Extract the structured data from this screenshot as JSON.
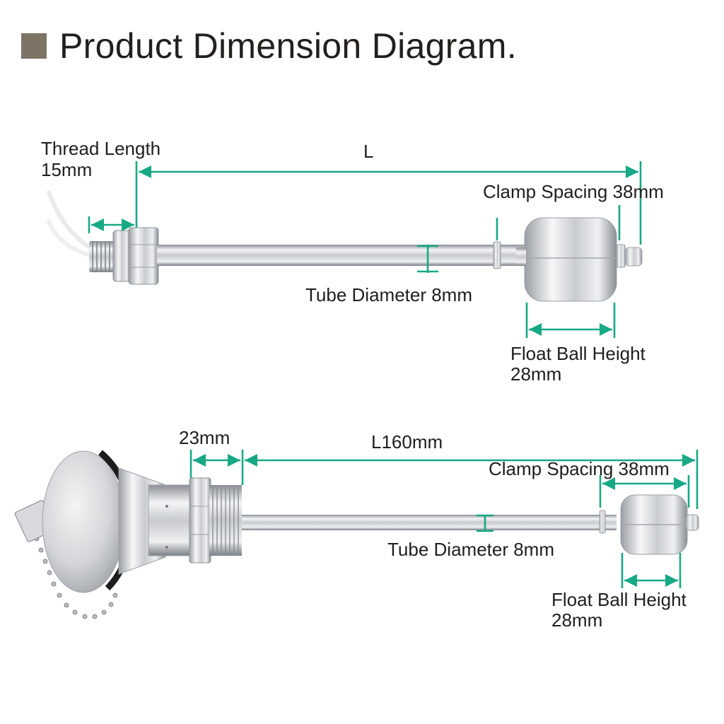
{
  "title": "Product Dimension Diagram.",
  "colors": {
    "title_square": "#7d7466",
    "title_text": "#231f1c",
    "dimension_line": "#17a985",
    "steel_light": "#f1f2f4",
    "steel_mid": "#c2c5ca",
    "steel_dark": "#7e838a",
    "label_text": "#1e1e1e"
  },
  "top_sensor": {
    "thread_length_label": "Thread Length",
    "thread_length_value": "15mm",
    "total_length_label": "L",
    "clamp_spacing_label": "Clamp Spacing 38mm",
    "tube_diameter_label": "Tube Diameter 8mm",
    "float_ball_label": "Float Ball Height",
    "float_ball_value": "28mm"
  },
  "bottom_sensor": {
    "thread_length_value": "23mm",
    "total_length_label": "L160mm",
    "clamp_spacing_label": "Clamp Spacing 38mm",
    "tube_diameter_label": "Tube Diameter 8mm",
    "float_ball_label": "Float Ball Height",
    "float_ball_value": "28mm"
  }
}
